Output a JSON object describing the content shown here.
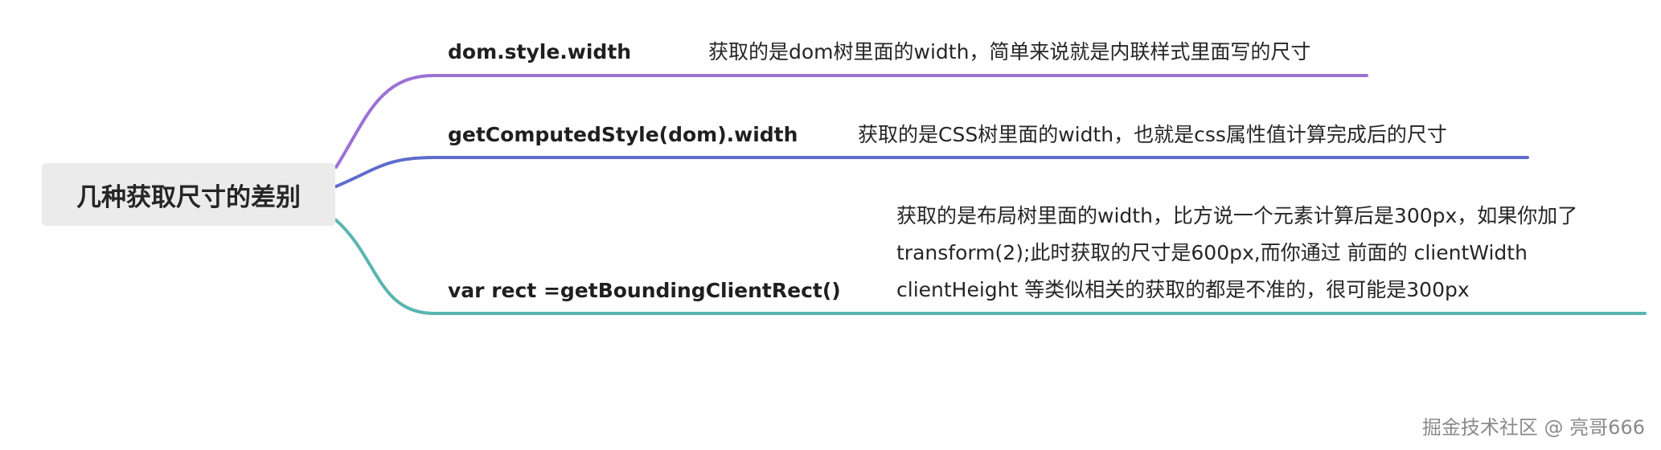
{
  "root": {
    "title": "几种获取尺寸的差别"
  },
  "branches": [
    {
      "label": "dom.style.width",
      "description_lines": [
        "获取的是dom树里面的width，简单来说就是内联样式里面写的尺寸"
      ],
      "color": "#9b72d6"
    },
    {
      "label": "getComputedStyle(dom).width",
      "description_lines": [
        "获取的是CSS树里面的width，也就是css属性值计算完成后的尺寸"
      ],
      "color": "#5e6ccc"
    },
    {
      "label": "var rect =getBoundingClientRect()",
      "description_lines": [
        "获取的是布局树里面的width，比方说一个元素计算后是300px，如果你加了",
        "transform(2);此时获取的尺寸是600px,而你通过 前面的 clientWidth",
        "clientHeight 等类似相关的获取的都是不准的，很可能是300px"
      ],
      "color": "#5ab5b0"
    }
  ],
  "watermark": "掘金技术社区 @ 亮哥666"
}
